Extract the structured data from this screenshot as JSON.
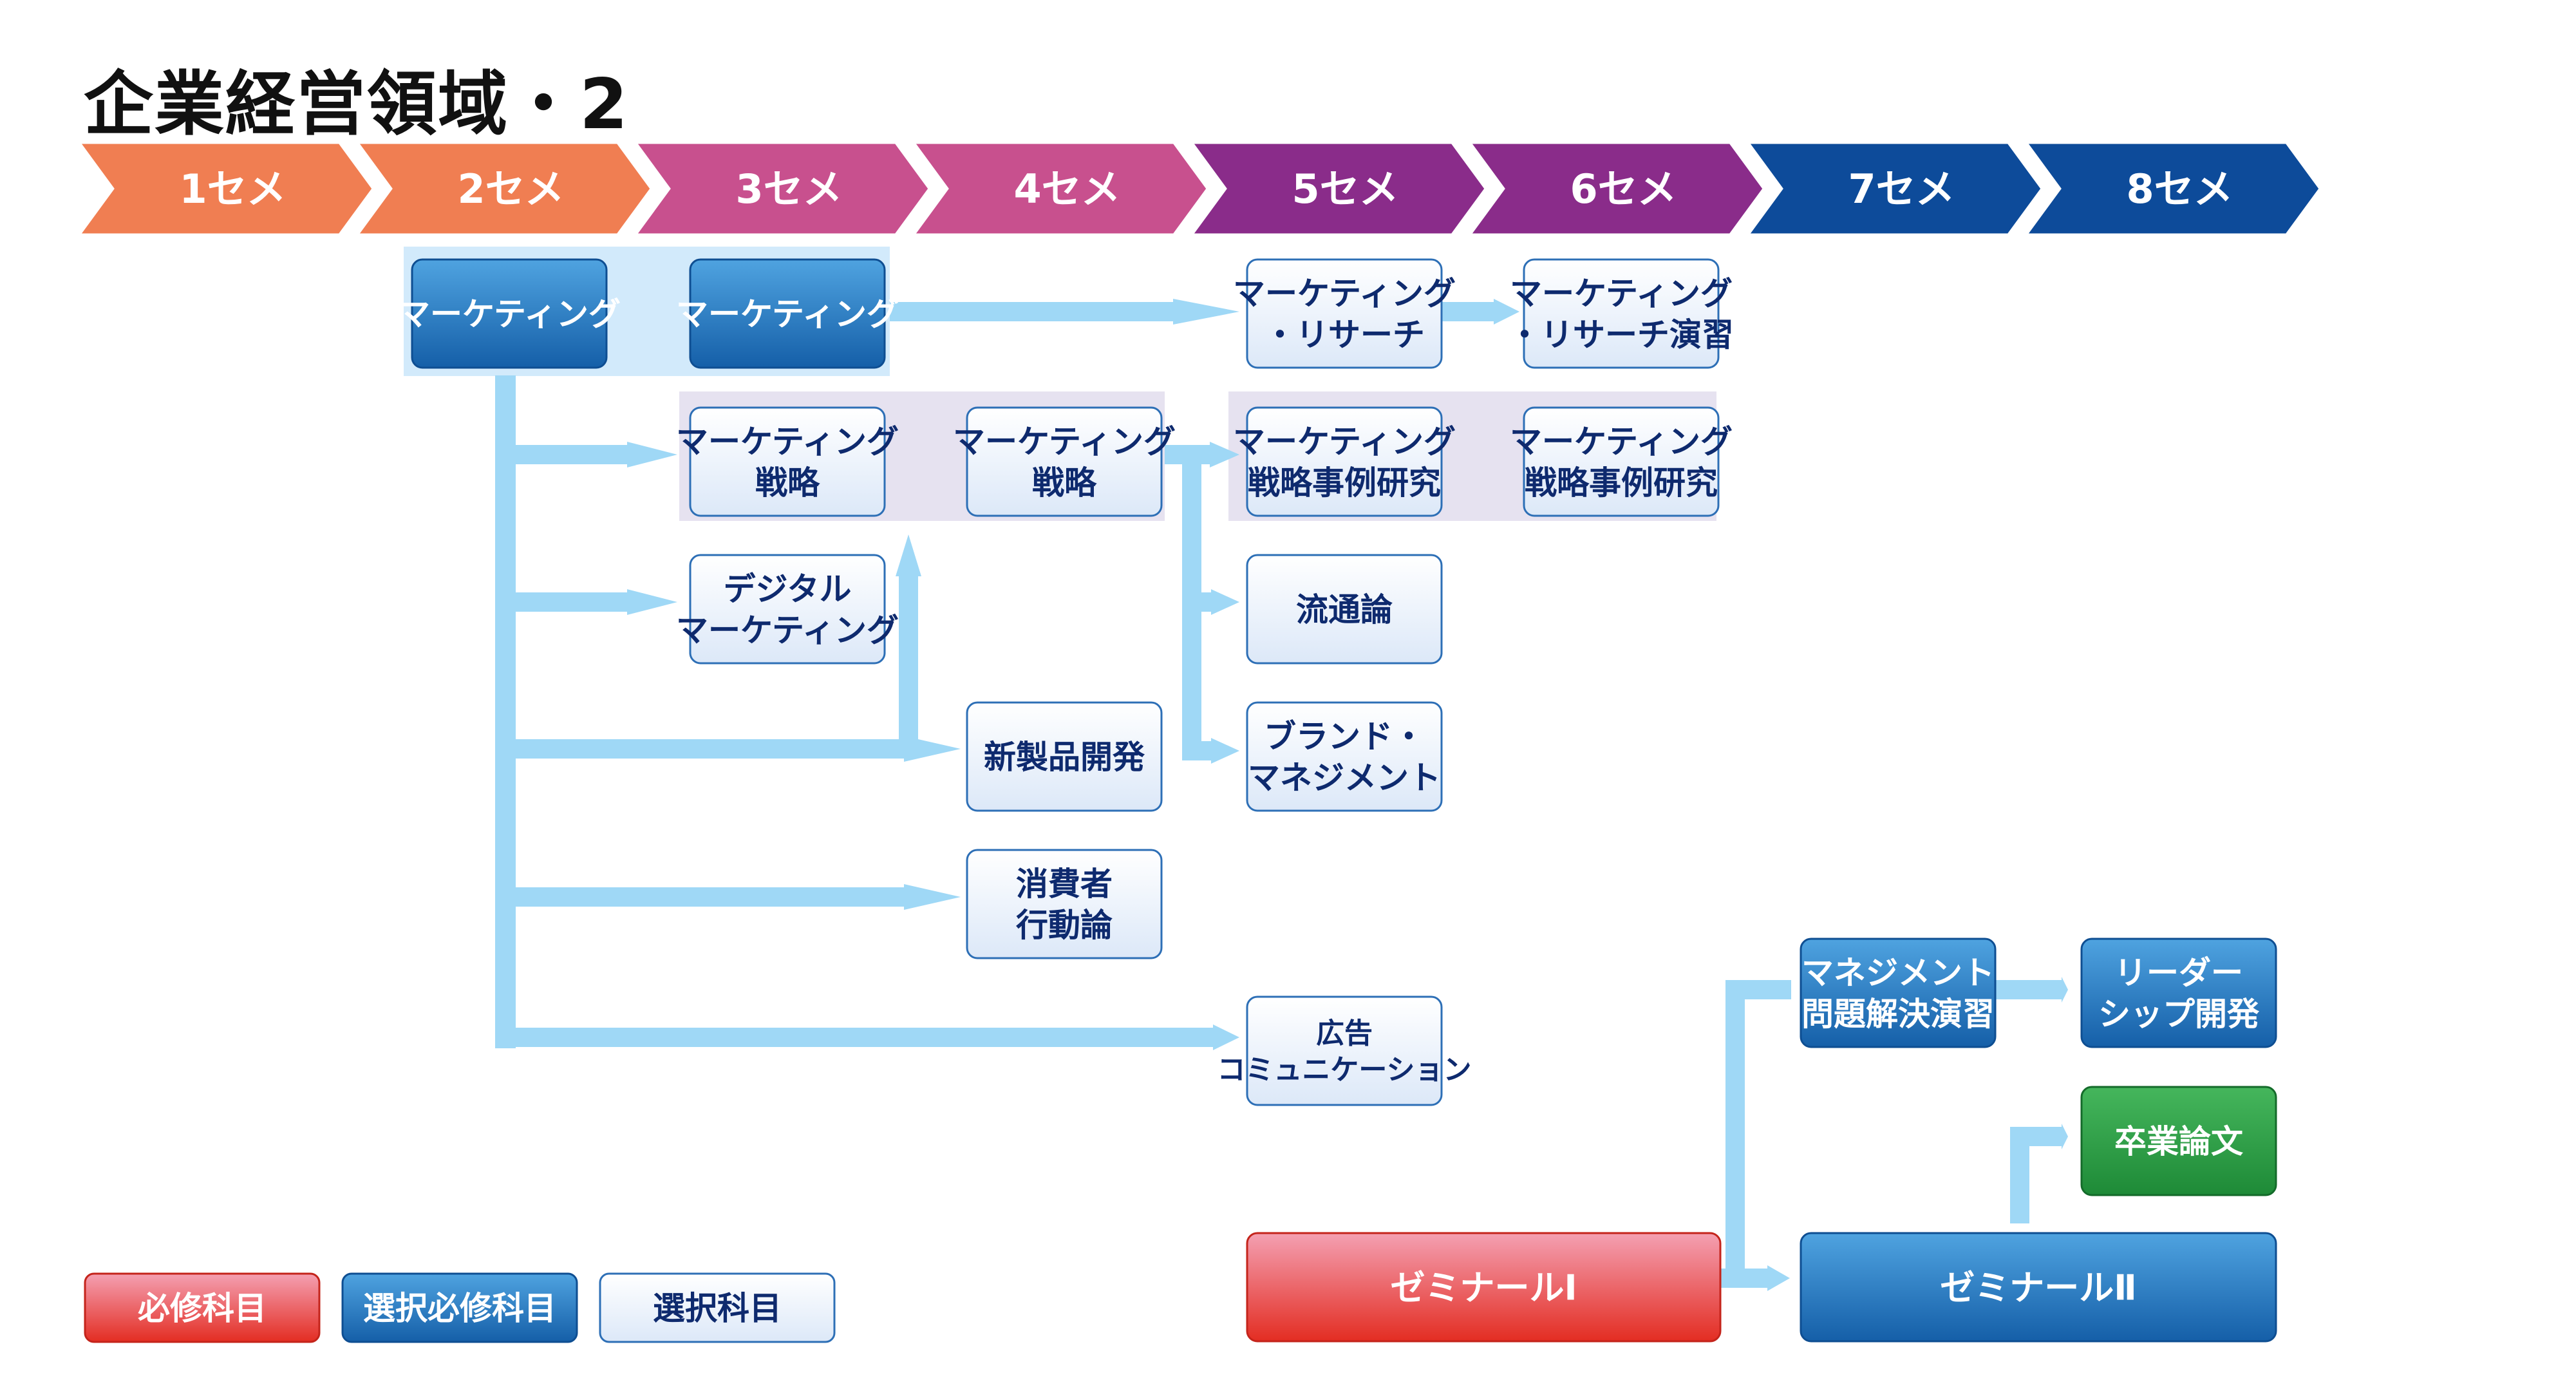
{
  "title": "企業経営領域・2",
  "colors": {
    "sem_orange": "#F07E52",
    "sem_pink": "#C8508E",
    "sem_purple": "#8A2C8A",
    "sem_navy": "#0D4B9A",
    "required": "#E8403A",
    "elective_required": "#1F72BC",
    "elective": "#FFFFFF",
    "graduation": "#2DA24A",
    "connector": "#9FD8F6",
    "text_dark": "#0E2A6E"
  },
  "semesters": [
    {
      "label": "1セメ",
      "color": "sem_orange"
    },
    {
      "label": "2セメ",
      "color": "sem_orange"
    },
    {
      "label": "3セメ",
      "color": "sem_pink"
    },
    {
      "label": "4セメ",
      "color": "sem_pink"
    },
    {
      "label": "5セメ",
      "color": "sem_purple"
    },
    {
      "label": "6セメ",
      "color": "sem_purple"
    },
    {
      "label": "7セメ",
      "color": "sem_navy"
    },
    {
      "label": "8セメ",
      "color": "sem_navy"
    }
  ],
  "courses": {
    "marketing_1": {
      "lines": [
        "マーケティング"
      ],
      "kind": "elective_required"
    },
    "marketing_2": {
      "lines": [
        "マーケティング"
      ],
      "kind": "elective_required"
    },
    "mkt_research": {
      "lines": [
        "マーケティング",
        "・リサーチ"
      ],
      "kind": "elective"
    },
    "mkt_research_ex": {
      "lines": [
        "マーケティング",
        "・リサーチ演習"
      ],
      "kind": "elective"
    },
    "mkt_strategy_1": {
      "lines": [
        "マーケティング",
        "戦略"
      ],
      "kind": "elective"
    },
    "mkt_strategy_2": {
      "lines": [
        "マーケティング",
        "戦略"
      ],
      "kind": "elective"
    },
    "mkt_case_1": {
      "lines": [
        "マーケティング",
        "戦略事例研究"
      ],
      "kind": "elective"
    },
    "mkt_case_2": {
      "lines": [
        "マーケティング",
        "戦略事例研究"
      ],
      "kind": "elective"
    },
    "digital_mkt": {
      "lines": [
        "デジタル",
        "マーケティング"
      ],
      "kind": "elective"
    },
    "distribution": {
      "lines": [
        "流通論"
      ],
      "kind": "elective"
    },
    "new_product": {
      "lines": [
        "新製品開発"
      ],
      "kind": "elective"
    },
    "brand_mgmt": {
      "lines": [
        "ブランド・",
        "マネジメント"
      ],
      "kind": "elective"
    },
    "consumer": {
      "lines": [
        "消費者",
        "行動論"
      ],
      "kind": "elective"
    },
    "advertising": {
      "lines": [
        "広告",
        "コミュニケーション"
      ],
      "kind": "elective"
    },
    "mgmt_problem": {
      "lines": [
        "マネジメント",
        "問題解決演習"
      ],
      "kind": "elective_required"
    },
    "leadership": {
      "lines": [
        "リーダー",
        "シップ開発"
      ],
      "kind": "elective_required"
    },
    "thesis": {
      "lines": [
        "卒業論文"
      ],
      "kind": "graduation"
    },
    "seminar_1": {
      "lines": [
        "ゼミナールⅠ"
      ],
      "kind": "required"
    },
    "seminar_2": {
      "lines": [
        "ゼミナールⅡ"
      ],
      "kind": "elective_required"
    }
  },
  "legend": [
    {
      "label": "必修科目",
      "kind": "required"
    },
    {
      "label": "選択必修科目",
      "kind": "elective_required"
    },
    {
      "label": "選択科目",
      "kind": "elective"
    }
  ]
}
